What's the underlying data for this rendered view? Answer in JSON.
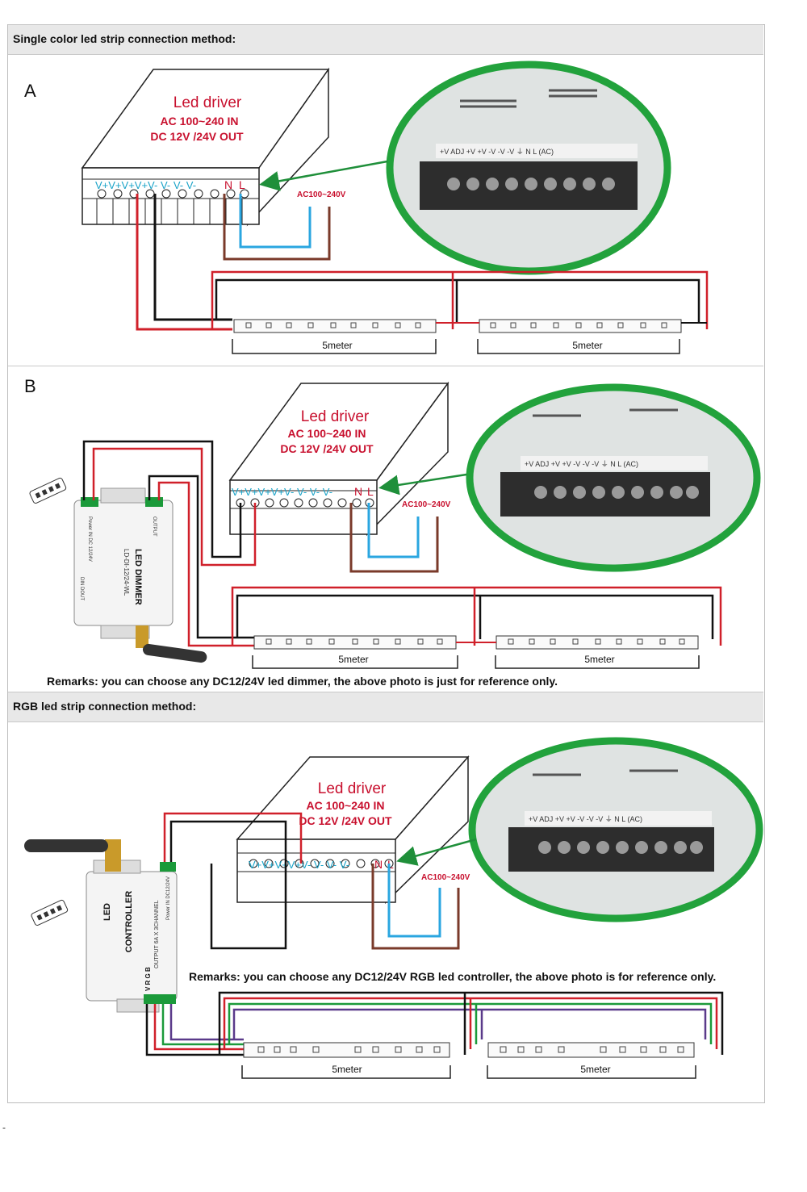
{
  "sections": {
    "single_header": "Single color led strip connection method:",
    "rgb_header": "RGB led strip connection method:",
    "label_a": "A",
    "label_b": "B"
  },
  "driver": {
    "title": "Led driver",
    "input": "AC 100~240 IN",
    "output": "DC 12V /24V OUT",
    "terminals": "V+V+V+V+V- V- V- V-",
    "n_label": "N",
    "l_label": "L",
    "ac_label": "AC100~240V"
  },
  "photo": {
    "terminal_labels": "+V ADJ  +V  +V  -V  -V  -V   ⏚   N  L  (AC)"
  },
  "strip": {
    "length_label": "5meter"
  },
  "dimmer": {
    "name": "LED DIMMER",
    "model": "LD-DI-12/24-WL",
    "power_in": "Power IN DC 12/24V",
    "output": "OUTPUT",
    "dout": "DIN  DOUT"
  },
  "controller": {
    "name_line1": "LED",
    "name_line2": "CONTROLLER",
    "output": "OUTPUT 6A X 3CHANNEL",
    "power": "Power IN DC12/24V",
    "pins": "V R G B"
  },
  "remarks": {
    "dimmer": "Remarks: you can choose any DC12/24V led dimmer, the above photo is just for reference only.",
    "rgb": "Remarks: you can choose any DC12/24V RGB led controller, the above photo is for reference only."
  },
  "footer_mark": "-",
  "colors": {
    "red_text": "#c8102e",
    "wire_red": "#d0202a",
    "wire_black": "#111111",
    "wire_blue": "#2aa6e0",
    "wire_brown": "#7a3a2a",
    "wire_green": "#1b9a3a",
    "arrow_green": "#1f8f3a",
    "photo_ring": "#22a23c",
    "terminal_cyan": "#1aa3c8"
  }
}
